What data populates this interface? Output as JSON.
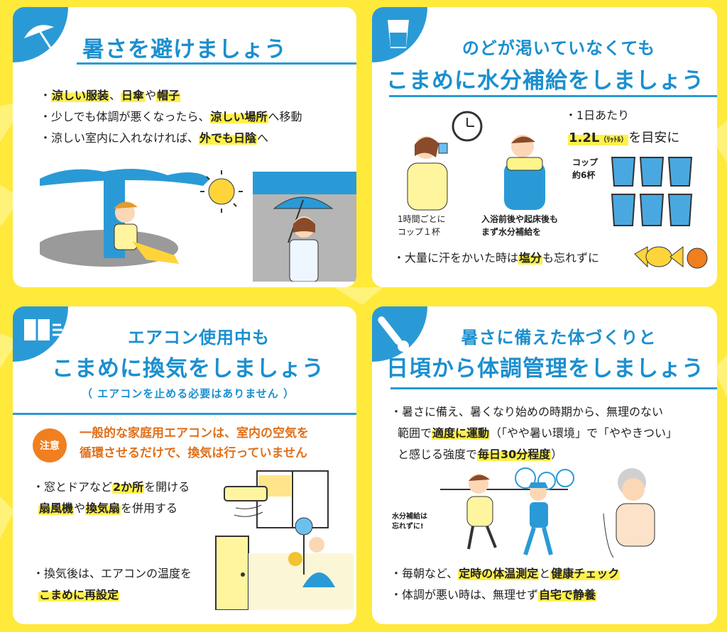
{
  "colors": {
    "background": "#ffe93a",
    "title": "#1b8fcf",
    "highlight": "#fff04a",
    "caution": "#f07f1f"
  },
  "card1": {
    "icon": "umbrella-icon",
    "title": "暑さを避けましょう",
    "b1": {
      "bullet": "・",
      "h1": "涼しい服装",
      "t1": "、",
      "h2": "日傘",
      "t2": "や",
      "h3": "帽子"
    },
    "b2": {
      "t1": "・少しでも体調が悪くなったら、",
      "h1": "涼しい場所",
      "t2": "へ移動"
    },
    "b3": {
      "t1": "・涼しい室内に入れなければ、",
      "h1": "外でも日陰",
      "t2": "へ"
    }
  },
  "card2": {
    "icon": "glass-icon",
    "title1": "のどが渇いていなくても",
    "title2": "こまめに水分補給をしましょう",
    "per_day": "・1日あたり",
    "amount": "1.2L",
    "amount_note": "（ﾘｯﾄﾙ）",
    "amount_after": "を目安に",
    "cups_l1": "コップ",
    "cups_l2": "約6杯",
    "cap1_l1": "1時間ごとに",
    "cap1_l2": "コップ１杯",
    "cap2_l1": "入浴前後や起床後も",
    "cap2_l2": "まず水分補給を",
    "b_sweat": {
      "t1": "・大量に汗をかいた時は",
      "h1": "塩分",
      "t2": "も忘れずに"
    }
  },
  "card3": {
    "icon": "window-icon",
    "title1": "エアコン使用中も",
    "title2": "こまめに換気をしましょう",
    "subtitle": "（ エアコンを止める必要はありません ）",
    "caution_label": "注意",
    "caution_l1": "一般的な家庭用エアコンは、室内の空気を",
    "caution_l2": "循環させるだけで、換気は行っていません",
    "b1": {
      "t1": "・窓とドアなど",
      "h1": "2か所",
      "t2": "を開ける"
    },
    "b2": {
      "h1": "扇風機",
      "t1": "や",
      "h2": "換気扇",
      "t2": "を併用する"
    },
    "b3": {
      "t1": "・換気後は、エアコンの温度を"
    },
    "b4": {
      "h1": "こまめに再設定"
    }
  },
  "card4": {
    "icon": "thermometer-icon",
    "title1": "暑さに備えた体づくりと",
    "title2": "日頃から体調管理をしましょう",
    "b1_l1": "・暑さに備え、暑くなり始めの時期から、無理のない",
    "b1_l2": {
      "t1": "範囲で",
      "h1": "適度に運動",
      "t2": "（「やや暑い環境」で「ややきつい」"
    },
    "b1_l3": {
      "t1": "と感じる強度で",
      "h1": "毎日30分程度",
      "t2": "）"
    },
    "note_l1": "水分補給は",
    "note_l2": "忘れずに!",
    "b2": {
      "t1": "・毎朝など、",
      "h1": "定時の体温測定",
      "t2": "と",
      "h2": "健康チェック"
    },
    "b3": {
      "t1": "・体調が悪い時は、無理せず",
      "h1": "自宅で静養"
    }
  }
}
